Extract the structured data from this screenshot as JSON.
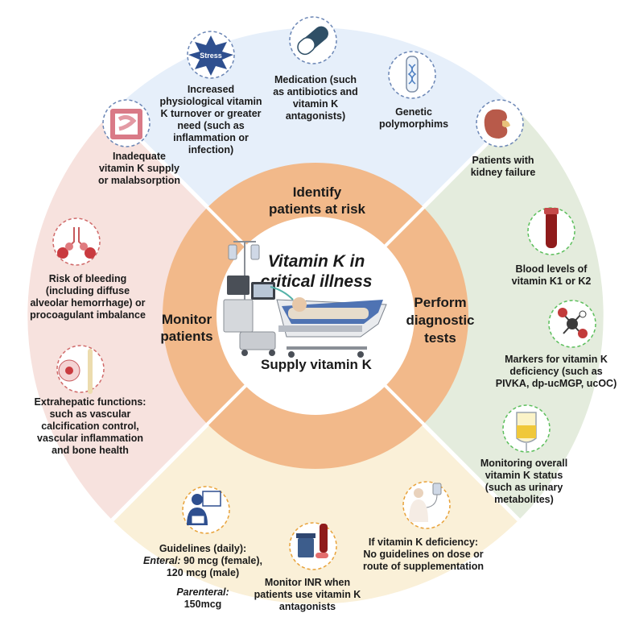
{
  "center": {
    "title_line1": "Vitamin K in",
    "title_line2": "critical illness"
  },
  "ring": {
    "identify": [
      "Identify",
      "patients at risk"
    ],
    "perform": [
      "Perform",
      "diagnostic",
      "tests"
    ],
    "supply": [
      "Supply vitamin K"
    ],
    "monitor": [
      "Monitor",
      "patients"
    ]
  },
  "top": {
    "malabsorption": [
      "Inadequate",
      "vitamin K supply",
      "or malabsorption"
    ],
    "turnover": [
      "Increased",
      "physiological vitamin",
      "K turnover or greater",
      "need (such as",
      "inflammation or",
      "infection)"
    ],
    "medication": [
      "Medication (such",
      "as antibiotics and",
      "vitamin K",
      "antagonists)"
    ],
    "genetic": [
      "Genetic",
      "polymorphims"
    ],
    "kidney": [
      "Patients with",
      "kidney failure"
    ],
    "stress_label": "Stress"
  },
  "right": {
    "blood": [
      "Blood levels of",
      "vitamin K1 or K2"
    ],
    "markers": [
      "Markers for vitamin K",
      "deficiency (such as",
      "PIVKA, dp-ucMGP, ucOC)"
    ],
    "overall": [
      "Monitoring overall",
      "vitamin K status",
      "(such as urinary",
      "metabolites)"
    ]
  },
  "bottom": {
    "guidelines": [
      "Guidelines (daily):"
    ],
    "enteral_label": "Enteral:",
    "enteral_value": " 90 mcg (female),",
    "enteral_male": "120 mcg (male)",
    "parenteral_label": "Parenteral:",
    "parenteral_value": "150mcg",
    "inr": [
      "Monitor INR when",
      "patients use vitamin K",
      "antagonists"
    ],
    "deficiency": [
      "If vitamin K deficiency:",
      "No guidelines on dose or",
      "route of supplementation"
    ]
  },
  "left": {
    "bleeding": [
      "Risk of bleeding",
      "(including diffuse",
      "alveolar hemorrhage) or",
      "procoagulant imbalance"
    ],
    "extrahepatic": [
      "Extrahepatic functions:",
      "such as vascular",
      "calcification control,",
      "vascular inflammation",
      "and bone health"
    ]
  },
  "colors": {
    "top_quadrant": "#e6effa",
    "right_quadrant": "#e4ecdd",
    "bottom_quadrant": "#faf0d8",
    "left_quadrant": "#f7e2de",
    "ring": "#f2b98a",
    "icon_ring_blue": "#6b86b5",
    "icon_ring_green": "#5cbf5c",
    "icon_ring_orange": "#e8a23a",
    "icon_ring_red": "#d06a6a"
  },
  "icons": [
    "intestine-icon",
    "stress-badge-icon",
    "capsule-icon",
    "dna-test-tube-icon",
    "kidney-icon",
    "blood-tube-icon",
    "molecule-icon",
    "iv-bag-icon",
    "reading-person-icon",
    "medication-icon",
    "iv-patient-icon",
    "lungs-icon",
    "bone-icon",
    "icu-bed-icon"
  ]
}
